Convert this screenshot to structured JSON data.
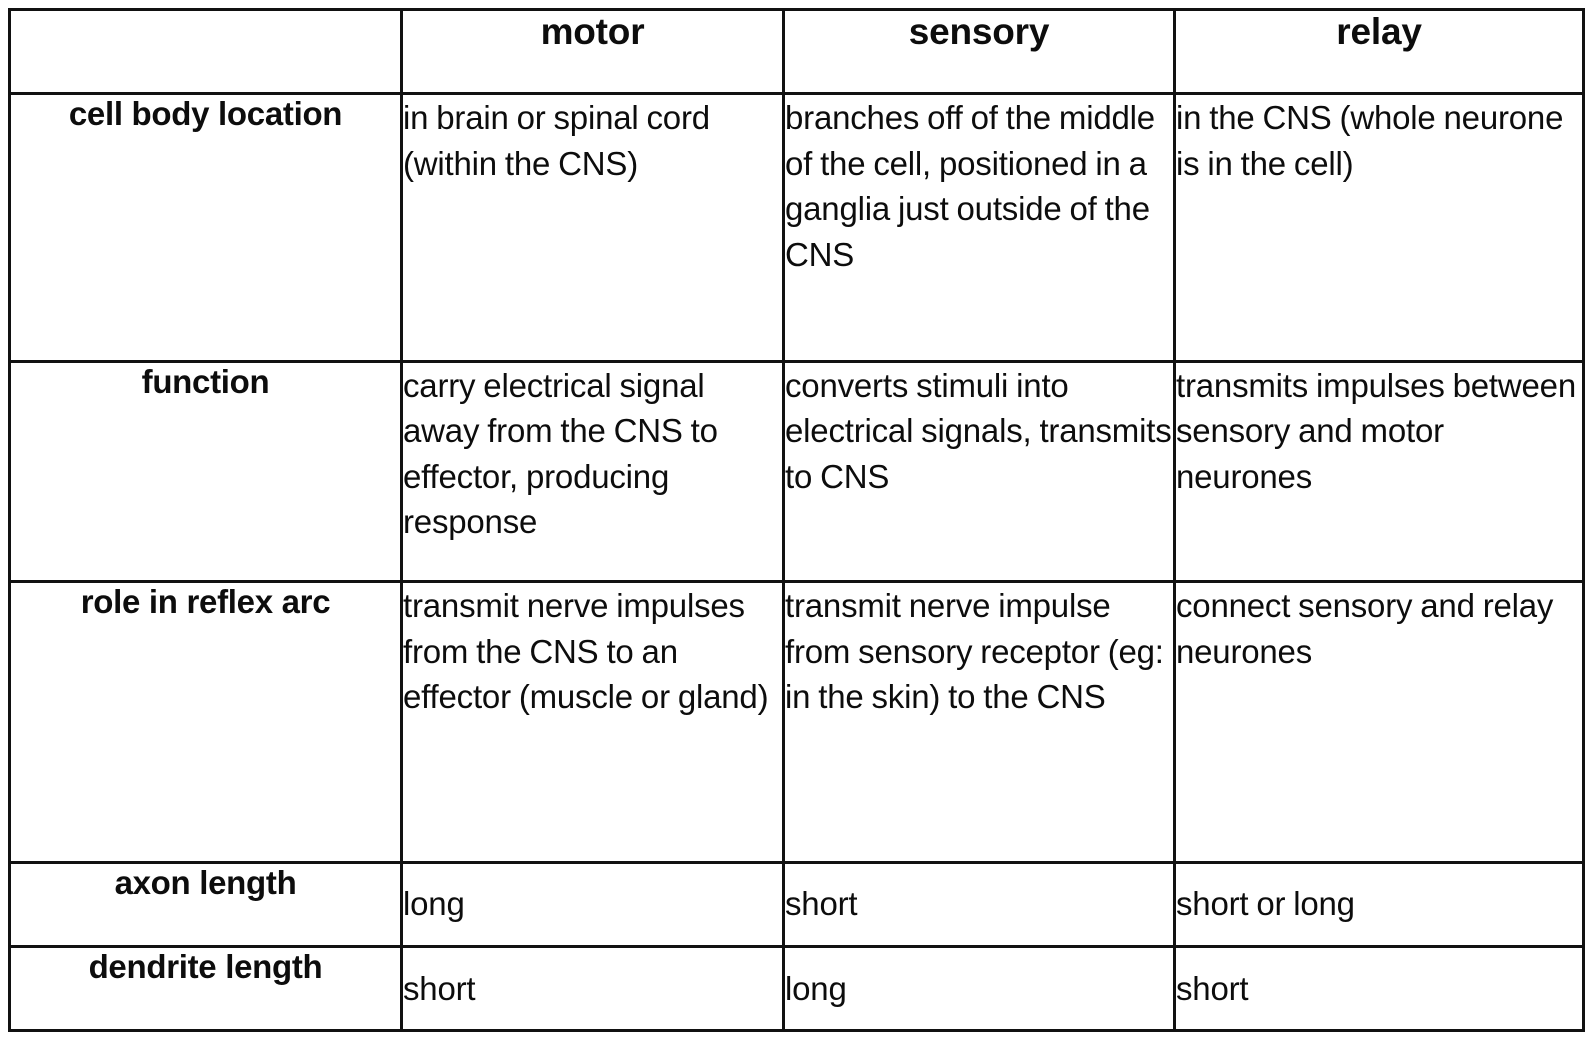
{
  "table": {
    "corner_label": "",
    "columns": [
      {
        "key": "label",
        "label": ""
      },
      {
        "key": "motor",
        "label": "motor"
      },
      {
        "key": "sensory",
        "label": "sensory"
      },
      {
        "key": "relay",
        "label": "relay"
      }
    ],
    "rows": [
      {
        "label": "cell body location",
        "motor": "in brain or spinal cord (within the CNS)",
        "sensory": "branches off of the middle of the cell, positioned in a ganglia just outside of the CNS",
        "relay": "in the CNS (whole neurone is in the cell)"
      },
      {
        "label": "function",
        "motor": "carry electrical signal away from the CNS to effector, producing response",
        "sensory": "converts stimuli into electrical signals, transmits to CNS",
        "relay": "transmits impulses between sensory and motor neurones"
      },
      {
        "label": "role in reflex arc",
        "motor": "transmit nerve impulses from the CNS to an effector (muscle or gland)",
        "sensory": "transmit nerve impulse from sensory receptor (eg: in the skin) to the CNS",
        "relay": "connect sensory and relay neurones"
      },
      {
        "label": "axon length",
        "motor": "long",
        "sensory": "short",
        "relay": "short or long"
      },
      {
        "label": "dendrite length",
        "motor": "short",
        "sensory": "long",
        "relay": "short"
      }
    ]
  },
  "colors": {
    "border": "#111111",
    "text": "#0d0d0d",
    "background": "#ffffff"
  }
}
